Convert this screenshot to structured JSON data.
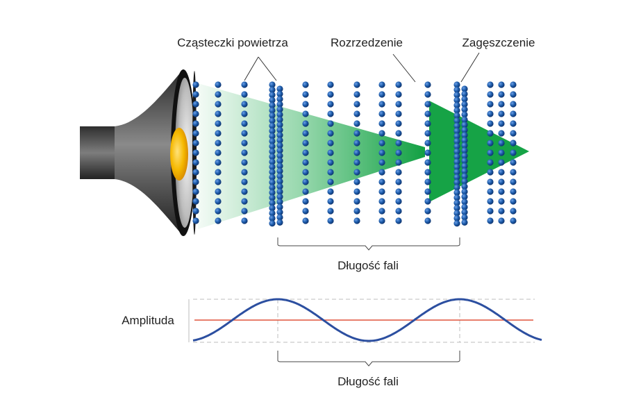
{
  "labels": {
    "particles": "Cząsteczki powietrza",
    "rarefaction": "Rozrzedzenie",
    "compression": "Zagęszczenie",
    "wavelength_top": "Długość fali",
    "amplitude": "Amplituda",
    "wavelength_bottom": "Długość fali"
  },
  "colors": {
    "particle": "#1f5fae",
    "wave_arrow": "#1aa84a",
    "sine_curve": "#2c4fa0",
    "center_line": "#e0533b",
    "speaker_body": "#3a3a3a",
    "speaker_core": "#f5b800"
  },
  "icons": [
    "speaker-icon"
  ]
}
